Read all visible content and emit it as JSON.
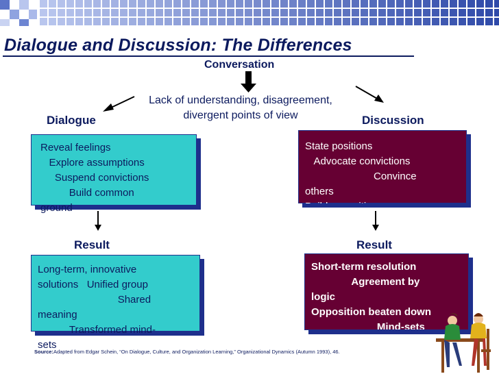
{
  "title": "Dialogue and Discussion: The Differences",
  "conversation": "Conversation",
  "center_text": "Lack of understanding, disagreement, divergent points of view",
  "dialogue_label": "Dialogue",
  "discussion_label": "Discussion",
  "dialogue_box": "Reveal feelings\n   Explore assumptions\n     Suspend convictions\n          Build common\nground",
  "discussion_box": "State positions\n   Advocate convictions\n                        Convince\nothers\nBuild oppositions",
  "result_left_label": "Result",
  "result_right_label": "Result",
  "result_left_box": "Long-term, innovative\nsolutions   Unified group\n                            Shared\nmeaning\n           Transformed mind-\nsets",
  "result_right_box": "Short-term resolution\n              Agreement by\nlogic\nOpposition beaten down\n                       Mind-sets",
  "source_label": "Source:",
  "source_text": "Adapted from Edgar Schein, “On Dialogue, Culture, and Organization Learning,” Organizational Dynamics (Autumn 1993), 46.",
  "colors": {
    "teal": "#33cccc",
    "purple": "#660033",
    "navy": "#0c1a5e",
    "shadow": "#1e2f8c",
    "band_blue": "#3b57b8",
    "band_light": "#a9b7e6"
  }
}
